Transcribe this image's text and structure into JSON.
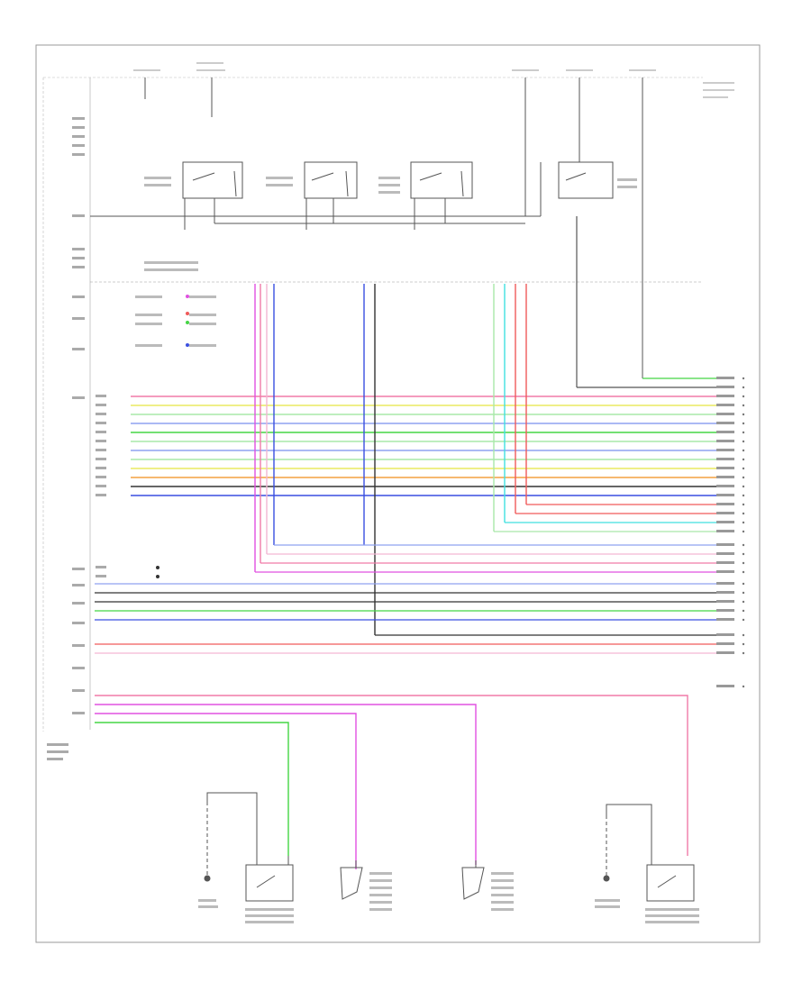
{
  "footer_code": "",
  "wire_colors": {
    "pink": "#f07aa8",
    "magenta": "#e050e0",
    "light_pink": "#f3b6d3",
    "blue": "#3a4fe0",
    "light_blue": "#8fa2f0",
    "green": "#45d545",
    "light_green": "#a9e8a9",
    "yellow": "#eaea60",
    "orange": "#f4a040",
    "black": "#333333",
    "gray": "#8a8a8a",
    "cyan": "#40e0e0",
    "red": "#f05a5a",
    "purple": "#8a4fe0"
  },
  "components": [
    {
      "id": "switch-1",
      "kind": "relay-switch"
    },
    {
      "id": "switch-2",
      "kind": "relay-switch"
    },
    {
      "id": "switch-3",
      "kind": "relay-switch"
    },
    {
      "id": "switch-4",
      "kind": "relay-switch"
    },
    {
      "id": "passenger-switch",
      "kind": "ground-switch"
    },
    {
      "id": "right-front-sensor",
      "kind": "sensor"
    },
    {
      "id": "left-front-sensor",
      "kind": "sensor"
    },
    {
      "id": "ground-terminal-left",
      "kind": "ground"
    },
    {
      "id": "ground-terminal-right",
      "kind": "ground"
    },
    {
      "id": "driver-switch",
      "kind": "ground-switch"
    }
  ]
}
